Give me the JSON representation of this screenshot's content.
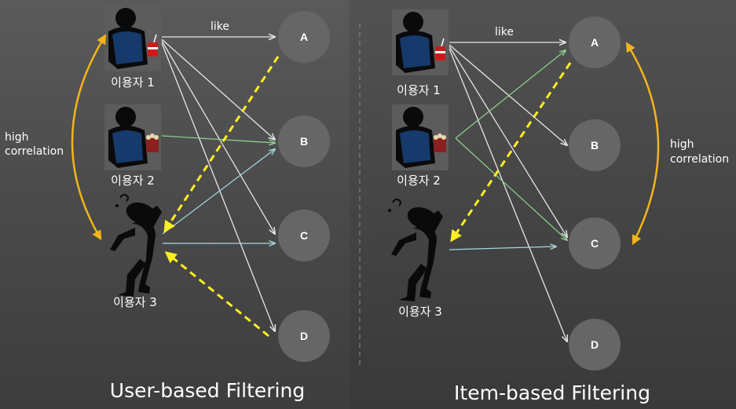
{
  "left": {
    "title": "User-based Filtering",
    "edge_label": "like",
    "correlation_label_1": "high",
    "correlation_label_2": "correlation",
    "users": [
      "이용자 1",
      "이용자 2",
      "이용자 3"
    ],
    "items": [
      "A",
      "B",
      "C",
      "D"
    ]
  },
  "right": {
    "title": "Item-based Filtering",
    "edge_label": "like",
    "correlation_label_1": "high",
    "correlation_label_2": "correlation",
    "users": [
      "이용자 1",
      "이용자 2",
      "이용자 3"
    ],
    "items": [
      "A",
      "B",
      "C",
      "D"
    ]
  },
  "colors": {
    "like_edge": "#e6e6e6",
    "user2_edge": "#8fd18f",
    "user3_edge": "#a8d8e0",
    "recommend": "#ffee22",
    "correlation": "#f2b51b",
    "item_circle": "#666666",
    "user_figure": "#0a0a0a",
    "user_body": "#163a6b",
    "popcorn": "#8a2020",
    "drink": "#cc1a1a"
  },
  "icons": [
    "user-figure-drink-icon",
    "user-figure-popcorn-icon",
    "thinking-person-icon"
  ]
}
